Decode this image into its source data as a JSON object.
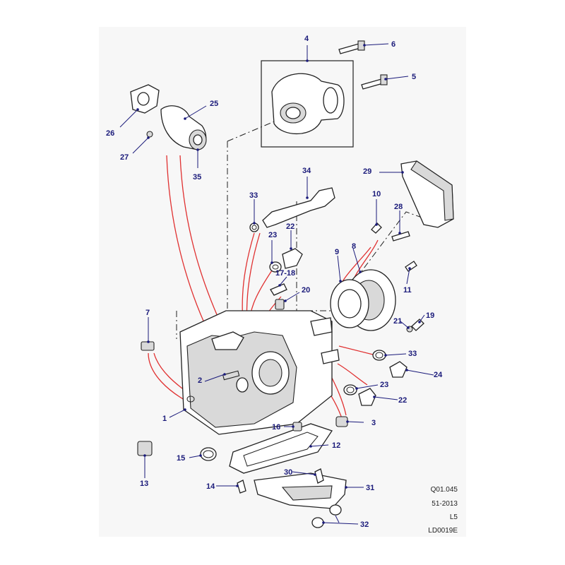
{
  "callouts": [
    "1",
    "2",
    "3",
    "4",
    "5",
    "6",
    "7",
    "8",
    "9",
    "10",
    "11",
    "12",
    "13",
    "14",
    "15",
    "16",
    "17-18",
    "19",
    "20",
    "21",
    "22",
    "22",
    "23",
    "23",
    "24",
    "25",
    "26",
    "27",
    "28",
    "29",
    "30",
    "31",
    "32",
    "33",
    "33",
    "34",
    "35"
  ],
  "meta": {
    "code": "Q01.045",
    "date": "51-2013",
    "rev": "L5",
    "drawing_id": "LD0019E"
  },
  "colors": {
    "callout": "#1a1a7a",
    "red_line": "#e03030",
    "line": "#222222"
  }
}
